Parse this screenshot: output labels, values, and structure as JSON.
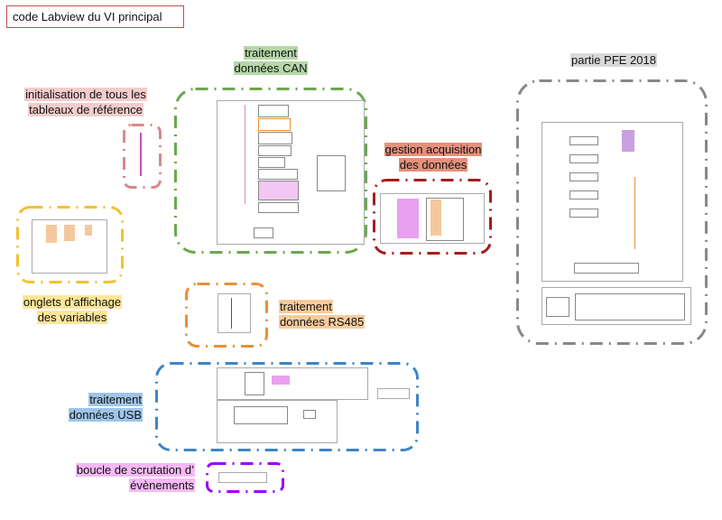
{
  "title": "code Labview du VI principal",
  "sections": {
    "can": {
      "line1": "traitement",
      "line2": "données CAN",
      "color": "#6aa84f",
      "highlight": "#b6d7a8"
    },
    "init": {
      "line1": "initialisation de tous les",
      "line2": "tableaux de référence",
      "color": "#d48a8a",
      "highlight": "#f4cccc"
    },
    "acquisition": {
      "line1": "gestion acquisition",
      "line2": "des données",
      "color": "#a61c1c",
      "highlight": "#e6907a"
    },
    "pfe": {
      "line1": "partie PFE 2018",
      "color": "#888888",
      "highlight": "#d9d9d9"
    },
    "onglets": {
      "line1": "onglets d’affichage",
      "line2": "des variables",
      "color": "#f1c232",
      "highlight": "#ffe599"
    },
    "rs485": {
      "line1": "traitement",
      "line2": "données RS485",
      "color": "#e69138",
      "highlight": "#f9cb9c"
    },
    "usb": {
      "line1": "traitement",
      "line2": "données USB",
      "color": "#3d85c6",
      "highlight": "#9fc5e8"
    },
    "events": {
      "line1": "boucle de scrutation d’",
      "line2": "évènements",
      "color": "#9900ff",
      "highlight": "#f6b8f6"
    }
  }
}
